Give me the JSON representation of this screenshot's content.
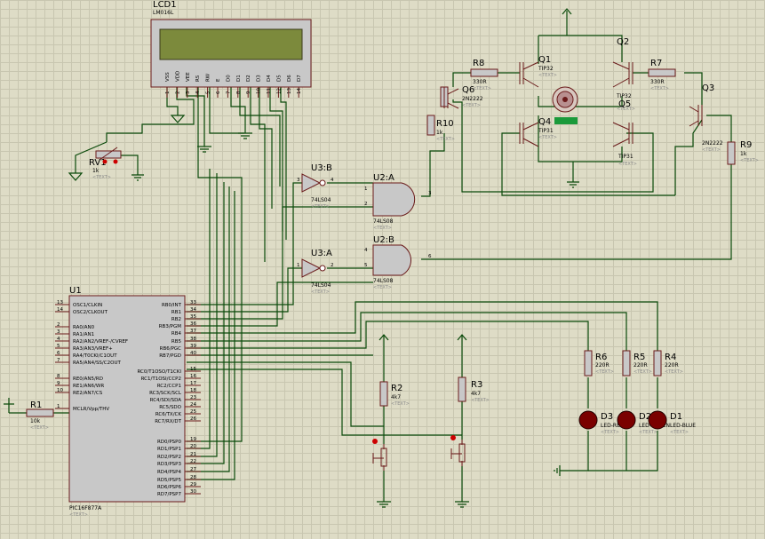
{
  "lcd": {
    "ref": "LCD1",
    "part": "LM016L",
    "pins": [
      "VSS",
      "VDD",
      "VEE",
      "RS",
      "RW",
      "E",
      "D0",
      "D1",
      "D2",
      "D3",
      "D4",
      "D5",
      "D6",
      "D7"
    ],
    "pin_numbers": [
      "1",
      "2",
      "3",
      "4",
      "5",
      "6",
      "7",
      "8",
      "9",
      "10",
      "11",
      "12",
      "13",
      "14"
    ]
  },
  "mcu": {
    "ref": "U1",
    "part": "PIC16F877A",
    "text": "<TEXT>",
    "left_pins": [
      {
        "n": "13",
        "name": "OSC1/CLKIN"
      },
      {
        "n": "14",
        "name": "OSC2/CLKOUT"
      },
      {
        "n": "2",
        "name": "RA0/AN0"
      },
      {
        "n": "3",
        "name": "RA1/AN1"
      },
      {
        "n": "4",
        "name": "RA2/AN2/VREF-/CVREF"
      },
      {
        "n": "5",
        "name": "RA3/AN3/VREF+"
      },
      {
        "n": "6",
        "name": "RA4/T0CKI/C1OUT"
      },
      {
        "n": "7",
        "name": "RA5/AN4/SS/C2OUT"
      },
      {
        "n": "8",
        "name": "RE0/AN5/RD"
      },
      {
        "n": "9",
        "name": "RE1/AN6/WR"
      },
      {
        "n": "10",
        "name": "RE2/AN7/CS"
      },
      {
        "n": "1",
        "name": "MCLR/Vpp/THV"
      }
    ],
    "right_pins": [
      {
        "n": "33",
        "name": "RB0/INT"
      },
      {
        "n": "34",
        "name": "RB1"
      },
      {
        "n": "35",
        "name": "RB2"
      },
      {
        "n": "36",
        "name": "RB3/PGM"
      },
      {
        "n": "37",
        "name": "RB4"
      },
      {
        "n": "38",
        "name": "RB5"
      },
      {
        "n": "39",
        "name": "RB6/PGC"
      },
      {
        "n": "40",
        "name": "RB7/PGD"
      },
      {
        "n": "15",
        "name": "RC0/T1OSO/T1CKI"
      },
      {
        "n": "16",
        "name": "RC1/T1OSI/CCP2"
      },
      {
        "n": "17",
        "name": "RC2/CCP1"
      },
      {
        "n": "18",
        "name": "RC3/SCK/SCL"
      },
      {
        "n": "23",
        "name": "RC4/SDI/SDA"
      },
      {
        "n": "24",
        "name": "RC5/SDO"
      },
      {
        "n": "25",
        "name": "RC6/TX/CK"
      },
      {
        "n": "26",
        "name": "RC7/RX/DT"
      },
      {
        "n": "19",
        "name": "RD0/PSP0"
      },
      {
        "n": "20",
        "name": "RD1/PSP1"
      },
      {
        "n": "21",
        "name": "RD2/PSP2"
      },
      {
        "n": "22",
        "name": "RD3/PSP3"
      },
      {
        "n": "27",
        "name": "RD4/PSP4"
      },
      {
        "n": "28",
        "name": "RD5/PSP5"
      },
      {
        "n": "29",
        "name": "RD6/PSP6"
      },
      {
        "n": "30",
        "name": "RD7/PSP7"
      }
    ]
  },
  "gates": {
    "u3b": {
      "ref": "U3:B",
      "part": "74LS04",
      "text": "<TEXT>",
      "in": "3",
      "out": "4"
    },
    "u3a": {
      "ref": "U3:A",
      "part": "74LS04",
      "text": "<TEXT>",
      "in": "1",
      "out": "2"
    },
    "u2a": {
      "ref": "U2:A",
      "part": "74LS08",
      "text": "<TEXT>",
      "in1": "1",
      "in2": "2",
      "out": "3"
    },
    "u2b": {
      "ref": "U2:B",
      "part": "74LS08",
      "text": "<TEXT>",
      "in1": "4",
      "in2": "5",
      "out": "6"
    }
  },
  "resistors": {
    "r1": {
      "ref": "R1",
      "val": "10k",
      "text": "<TEXT>"
    },
    "r2": {
      "ref": "R2",
      "val": "4k7",
      "text": "<TEXT>"
    },
    "r3": {
      "ref": "R3",
      "val": "4k7",
      "text": "<TEXT>"
    },
    "r4": {
      "ref": "R4",
      "val": "220R",
      "text": "<TEXT>"
    },
    "r5": {
      "ref": "R5",
      "val": "220R",
      "text": "<TEXT>"
    },
    "r6": {
      "ref": "R6",
      "val": "220R",
      "text": "<TEXT>"
    },
    "r7": {
      "ref": "R7",
      "val": "330R",
      "text": "<TEXT>"
    },
    "r8": {
      "ref": "R8",
      "val": "330R",
      "text": "<TEXT>"
    },
    "r9": {
      "ref": "R9",
      "val": "1k",
      "text": "<TEXT>"
    },
    "r10": {
      "ref": "R10",
      "val": "1k",
      "text": "<TEXT>"
    },
    "rv1": {
      "ref": "RV1",
      "val": "1k",
      "text": "<TEXT>"
    }
  },
  "transistors": {
    "q1": {
      "ref": "Q1",
      "part": "TIP32",
      "text": "<TEXT>"
    },
    "q2": {
      "ref": "Q2",
      "part": "TIP32",
      "text": "<TEXT>"
    },
    "q3": {
      "ref": "Q3",
      "part": "2N2222",
      "text": "<TEXT>"
    },
    "q4": {
      "ref": "Q4",
      "part": "TIP31",
      "text": "<TEXT>"
    },
    "q5": {
      "ref": "Q5",
      "part": "TIP31",
      "text": "<TEXT>"
    },
    "q6": {
      "ref": "Q6",
      "part": "2N2222",
      "text": "<TEXT>"
    }
  },
  "leds": {
    "d1": {
      "ref": "D1",
      "part": "LED-BLUE",
      "text": "<TEXT>"
    },
    "d2": {
      "ref": "D2",
      "part": "LED-GREEN",
      "text": "<TEXT>"
    },
    "d3": {
      "ref": "D3",
      "part": "LED-RED",
      "text": "<TEXT>"
    }
  }
}
